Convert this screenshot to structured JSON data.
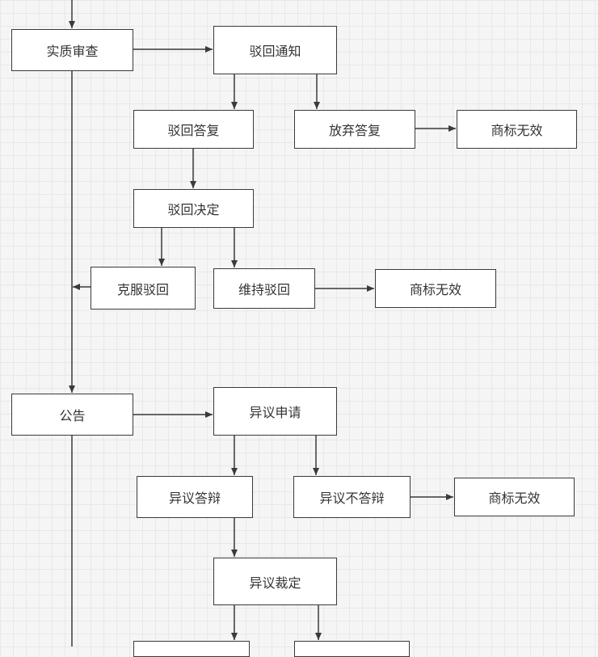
{
  "diagram": {
    "colors": {
      "background": "#f5f5f5",
      "grid": "#e8e8e8",
      "box_border": "#3a3a3a",
      "text": "#333333"
    },
    "nodes": {
      "substantive_exam": "实质审查",
      "rejection_notice": "驳回通知",
      "rejection_reply": "驳回答复",
      "abandon_reply": "放弃答复",
      "invalid_1": "商标无效",
      "rejection_decision": "驳回决定",
      "overcome_rejection": "克服驳回",
      "maintain_rejection": "维持驳回",
      "invalid_2": "商标无效",
      "announcement": "公告",
      "opposition_application": "异议申请",
      "opposition_defense": "异议答辩",
      "opposition_no_defense": "异议不答辩",
      "invalid_3": "商标无效",
      "opposition_ruling": "异议裁定",
      "cutoff_left": "",
      "cutoff_right": ""
    }
  }
}
